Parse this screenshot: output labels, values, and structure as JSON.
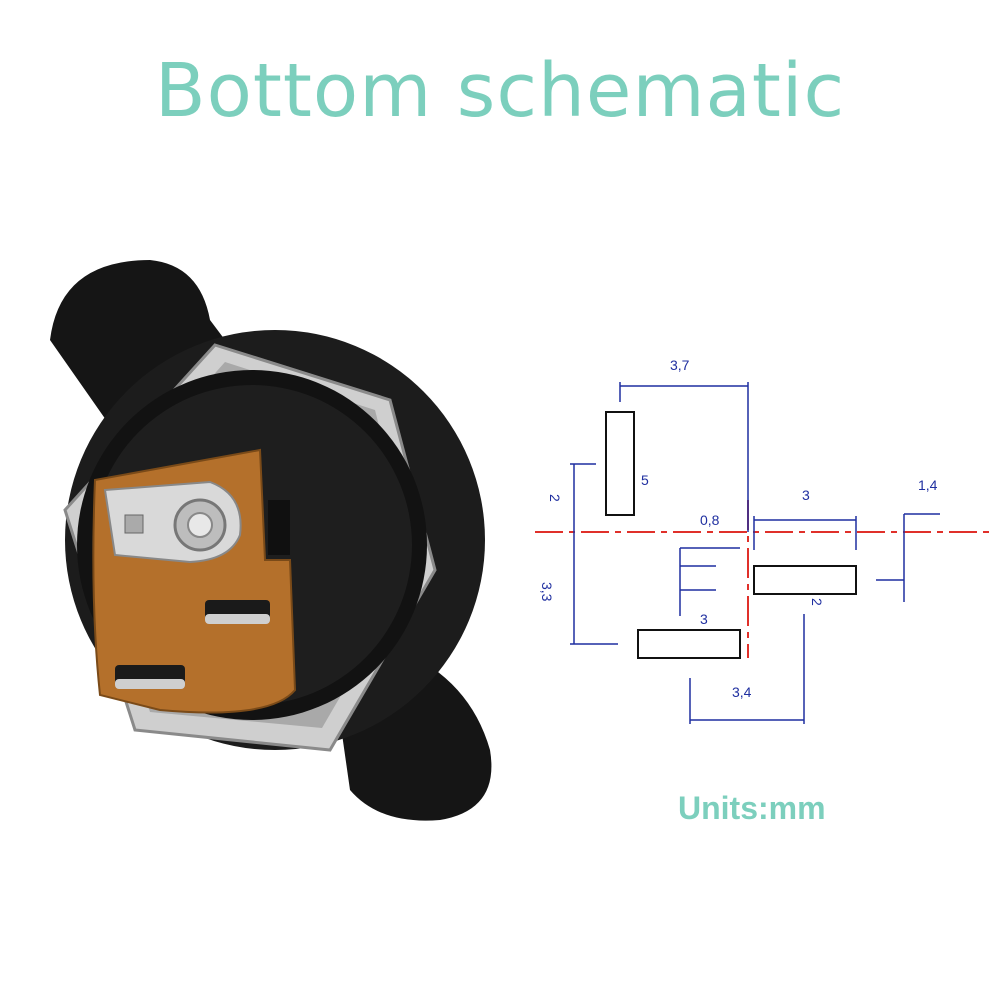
{
  "title": "Bottom schematic",
  "units": "Units:mm",
  "colors": {
    "accent": "#7ccfbd",
    "dimension": "#1f2fa0",
    "centerline": "#e0302a"
  },
  "dimensions": {
    "d1": "3,7",
    "d2": "5",
    "d3": "2",
    "d4": "0,8",
    "d5": "3",
    "d6": "1,4",
    "d7": "3,3",
    "d8": "2",
    "d9": "3",
    "d10": "3,4"
  }
}
